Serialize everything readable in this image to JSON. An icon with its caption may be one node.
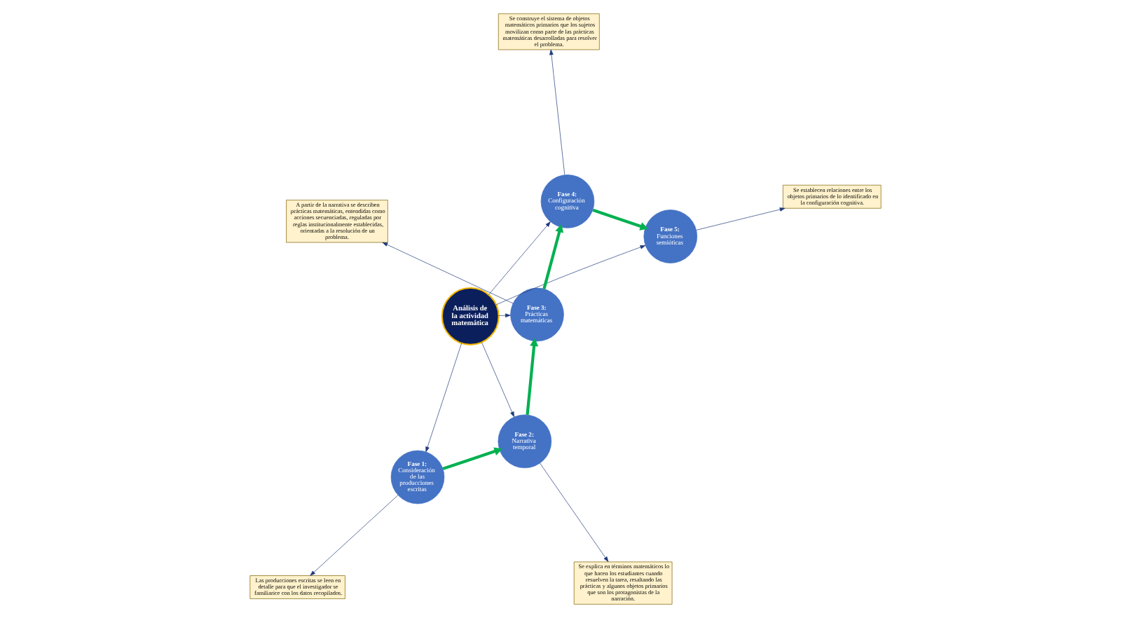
{
  "diagram": {
    "nodes": [
      {
        "text": [
          "Análisis de la actividad matemática"
        ]
      },
      {
        "text": [
          "Fase 1:",
          "Consideración de las producciones escritas"
        ]
      },
      {
        "text": [
          "Fase 2:",
          "Narrativa temporal"
        ]
      },
      {
        "text": [
          "Fase 3:",
          "Prácticas matemáticas"
        ]
      },
      {
        "text": [
          "Fase 4:",
          "Configuración cognitiva"
        ]
      },
      {
        "text": [
          "Fase 5:",
          "Funciones semióticas"
        ]
      },
      {
        "text": [
          "Las producciones escritas se leen en detalle para que el investigador se familiarice con los datos recopilados."
        ]
      },
      {
        "text": [
          "Se explica en términos matemáticos lo que hacen los estudiantes cuando resuelven la tarea, resaltando las prácticas y algunos objetos primarios que son los protagonistas de la narración."
        ]
      },
      {
        "text": [
          "A partir de la narrativa se describen prácticas matemáticas, entendidas como acciones secuenciadas, reguladas por reglas institucionalmente establecidas, orientadas a la resolución de un problema."
        ]
      },
      {
        "text": [
          "Se construye el sistema de objetos matemáticos primarios que los sujetos movilizan como parte de las prácticas matemáticas desarrolladas para resolver el problema."
        ]
      },
      {
        "text": [
          "Se establecen relaciones entre los objetos primarios de lo identificado en la configuración cognitiva."
        ]
      }
    ],
    "edges": [
      {
        "from": 0,
        "to": 1,
        "arrow": "to"
      },
      {
        "from": 0,
        "to": 2,
        "arrow": "to"
      },
      {
        "from": 0,
        "to": 3,
        "arrow": "to"
      },
      {
        "from": 0,
        "to": 4,
        "arrow": "to"
      },
      {
        "from": 0,
        "to": 5,
        "arrow": "to"
      },
      {
        "from": 1,
        "to": 6,
        "arrow": "to"
      },
      {
        "from": 2,
        "to": 7,
        "arrow": "to"
      },
      {
        "from": 3,
        "to": 8,
        "arrow": "to"
      },
      {
        "from": 4,
        "to": 9,
        "arrow": "to"
      },
      {
        "from": 5,
        "to": 10,
        "arrow": "to"
      },
      {
        "from": 1,
        "to": 2,
        "arrow": "to",
        "style": "thick",
        "color": "#00b050"
      },
      {
        "from": 2,
        "to": 3,
        "arrow": "to",
        "style": "thick",
        "color": "#00b050"
      },
      {
        "from": 3,
        "to": 4,
        "arrow": "to",
        "style": "thick",
        "color": "#00b050"
      },
      {
        "from": 4,
        "to": 5,
        "arrow": "to",
        "style": "thick",
        "color": "#00b050"
      }
    ]
  }
}
